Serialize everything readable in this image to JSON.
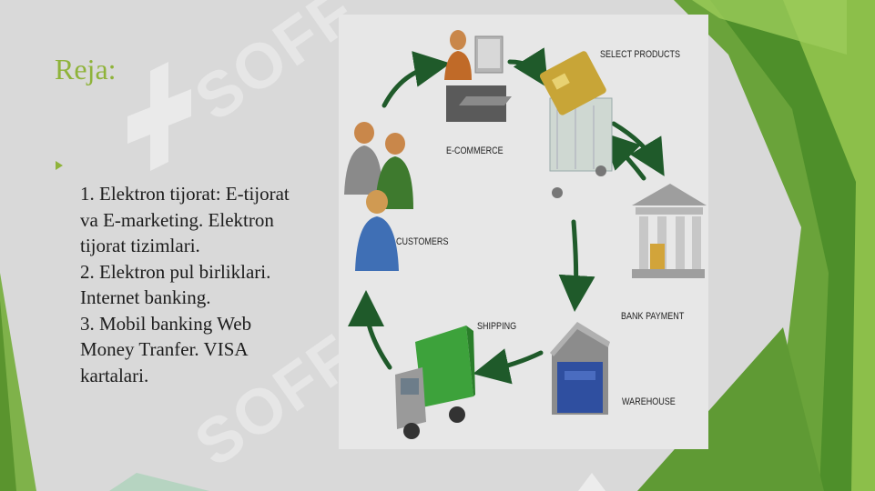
{
  "slide": {
    "title": "Reja:",
    "agenda_lines": [
      "1. Elektron tijorat: E-tijorat",
      "va E-marketing. Elektron",
      "tijorat tizimlari.",
      "2. Elektron pul birliklari.",
      "Internet banking.",
      "3. Mobil banking Web",
      "Money Tranfer. VISA",
      "kartalari."
    ],
    "watermark": "SOFF",
    "colors": {
      "accent_green": "#8fb33a",
      "dark_green": "#3f7a1f",
      "background": "#d9d9d9"
    }
  },
  "diagram": {
    "labels": {
      "ecommerce": "E-COMMERCE",
      "select_products": "SELECT PRODUCTS",
      "customers": "CUSTOMERS",
      "bank_payment": "BANK PAYMENT",
      "shipping": "SHIPPING",
      "warehouse": "WAREHOUSE"
    },
    "icons": [
      "person-laptop-icon",
      "shopping-cart-icon",
      "customers-icon",
      "bank-icon",
      "warehouse-icon",
      "truck-icon"
    ]
  }
}
